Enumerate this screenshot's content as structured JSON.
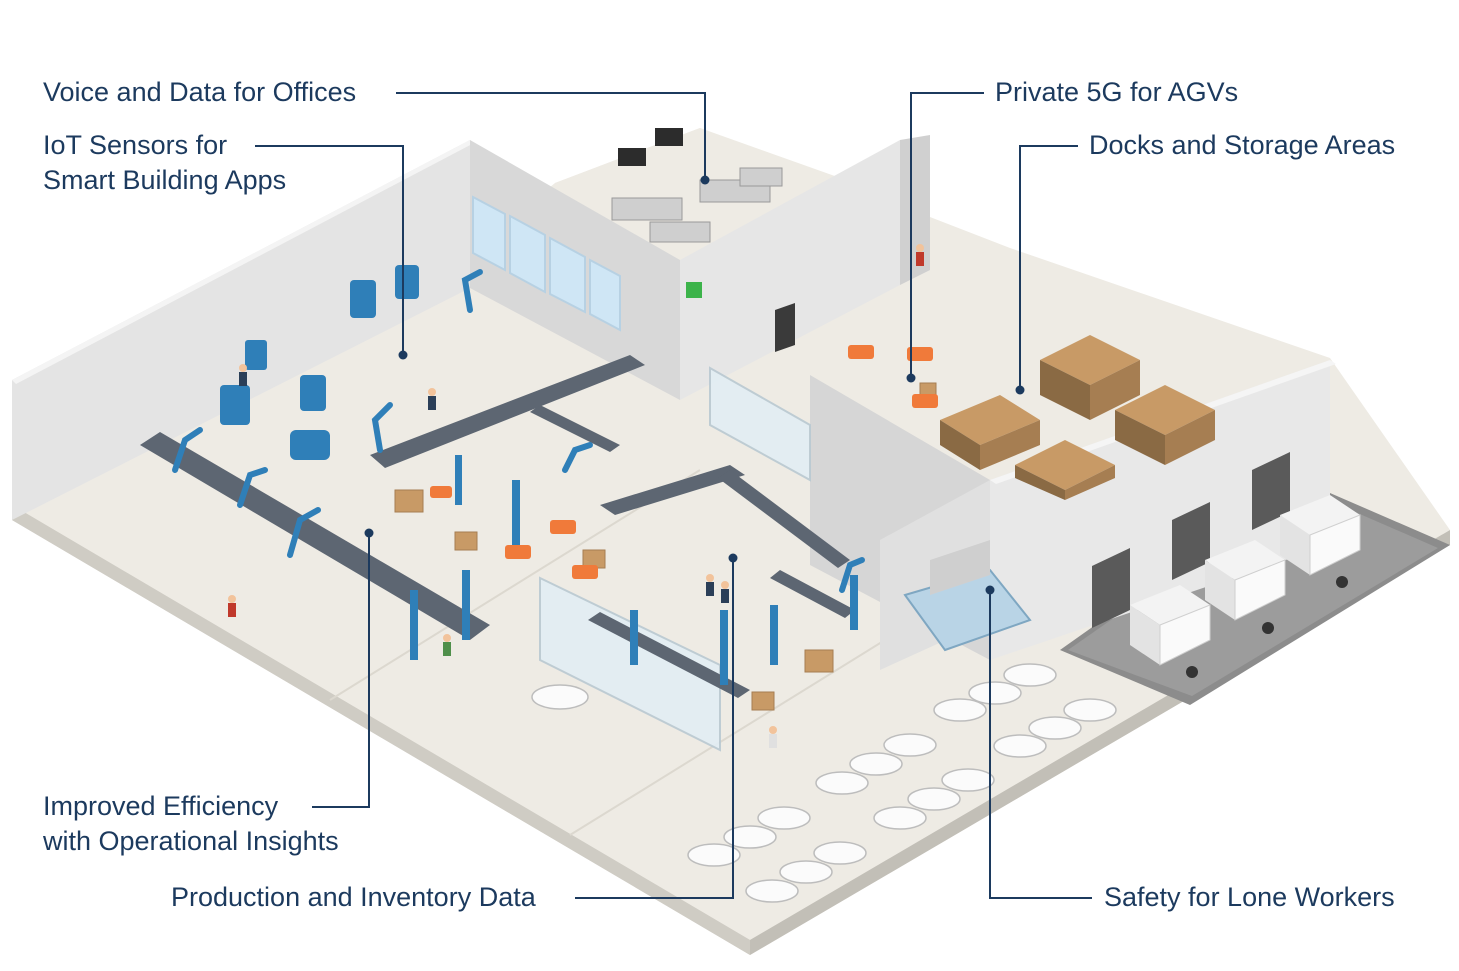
{
  "colors": {
    "label": "#1c3a5e",
    "floor": "#ece9e2",
    "floor_edge": "#d6d3cb",
    "wall": "#dedede",
    "wall_dark": "#c8c8c8",
    "machine_blue": "#2f7fb8",
    "agv_orange": "#f07a3a",
    "box_brown": "#c89a66",
    "conveyor": "#5c6470",
    "car_white": "#fafafa"
  },
  "labels": {
    "voice_data_offices": "Voice and Data for Offices",
    "iot_sensors_line1": "IoT Sensors for",
    "iot_sensors_line2": "Smart Building Apps",
    "private_5g_agvs": "Private 5G for AGVs",
    "docks_storage": "Docks and Storage Areas",
    "improved_efficiency_line1": "Improved Efficiency",
    "improved_efficiency_line2": "with Operational Insights",
    "production_inventory": "Production and Inventory Data",
    "safety_lone_workers": "Safety for Lone Workers"
  },
  "icons": {
    "exit_sign": "exit-sign-icon",
    "agv": "agv-robot-icon",
    "truck": "delivery-truck-icon",
    "car": "car-icon",
    "robot_arm": "robot-arm-icon",
    "worker": "worker-icon"
  }
}
